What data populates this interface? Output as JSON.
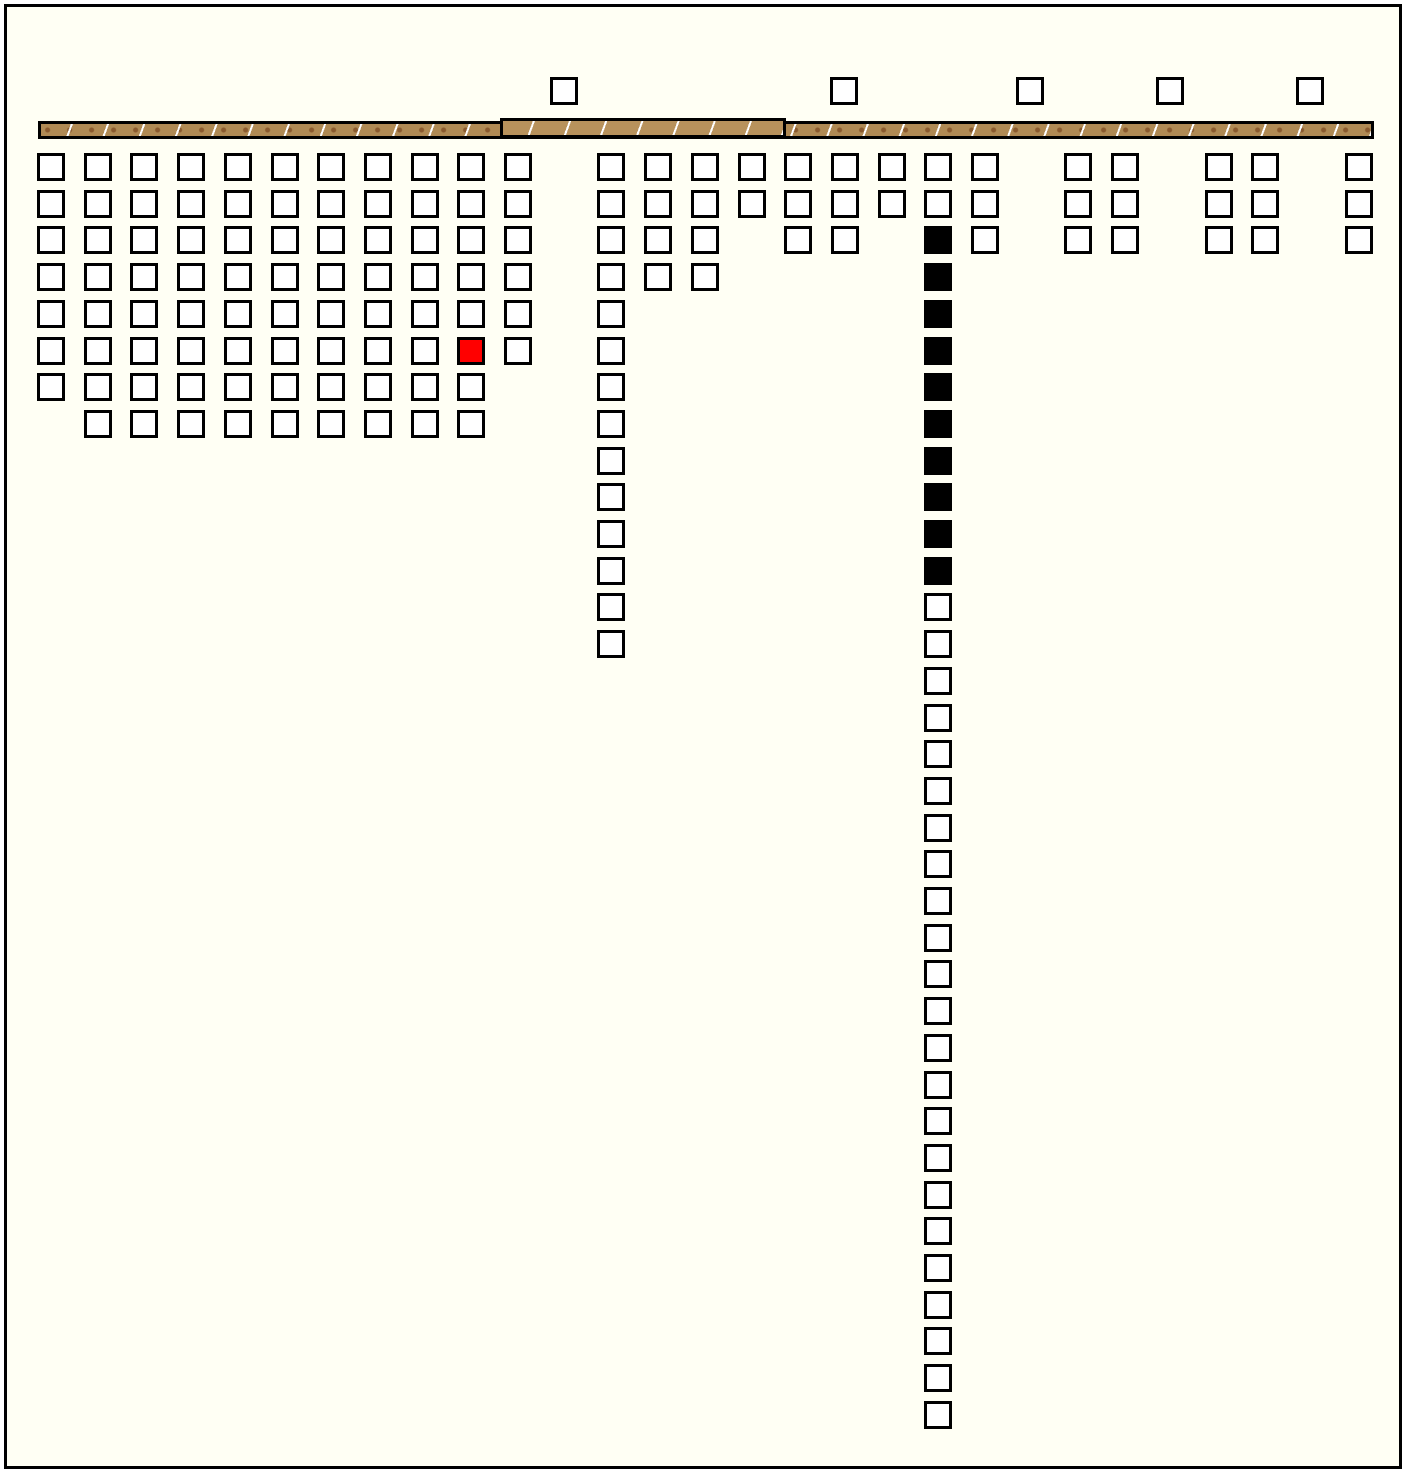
{
  "colors": {
    "background": "#fffff4",
    "frame": "#000000",
    "bar_fill": "#b08a54",
    "cell_empty": "#ffffff",
    "cell_black": "#000000",
    "cell_red": "#ff0000"
  },
  "top_cells_count": 5,
  "columns": [
    {
      "rows": 7,
      "start_row": 0
    },
    {
      "rows": 8,
      "start_row": 0
    },
    {
      "rows": 8,
      "start_row": 0
    },
    {
      "rows": 8,
      "start_row": 0
    },
    {
      "rows": 8,
      "start_row": 0
    },
    {
      "rows": 8,
      "start_row": 0
    },
    {
      "rows": 8,
      "start_row": 0
    },
    {
      "rows": 8,
      "start_row": 0
    },
    {
      "rows": 8,
      "start_row": 0
    },
    {
      "rows": 8,
      "start_row": 0,
      "red_rows": [
        5
      ]
    },
    {
      "rows": 6,
      "start_row": 0
    },
    {
      "rows": 0,
      "start_row": 0
    },
    {
      "rows": 14,
      "start_row": 0
    },
    {
      "rows": 4,
      "start_row": 0
    },
    {
      "rows": 4,
      "start_row": 0
    },
    {
      "rows": 2,
      "start_row": 0
    },
    {
      "rows": 3,
      "start_row": 0
    },
    {
      "rows": 3,
      "start_row": 0
    },
    {
      "rows": 2,
      "start_row": 0
    },
    {
      "rows": 35,
      "start_row": 0,
      "black_rows": [
        2,
        3,
        4,
        5,
        6,
        7,
        8,
        9,
        10,
        11
      ]
    },
    {
      "rows": 3,
      "start_row": 0
    },
    {
      "rows": 0,
      "start_row": 0
    },
    {
      "rows": 3,
      "start_row": 0
    },
    {
      "rows": 3,
      "start_row": 0
    },
    {
      "rows": 0,
      "start_row": 0
    },
    {
      "rows": 3,
      "start_row": 0
    },
    {
      "rows": 3,
      "start_row": 0
    },
    {
      "rows": 0,
      "start_row": 0
    },
    {
      "rows": 3,
      "start_row": 0
    }
  ]
}
